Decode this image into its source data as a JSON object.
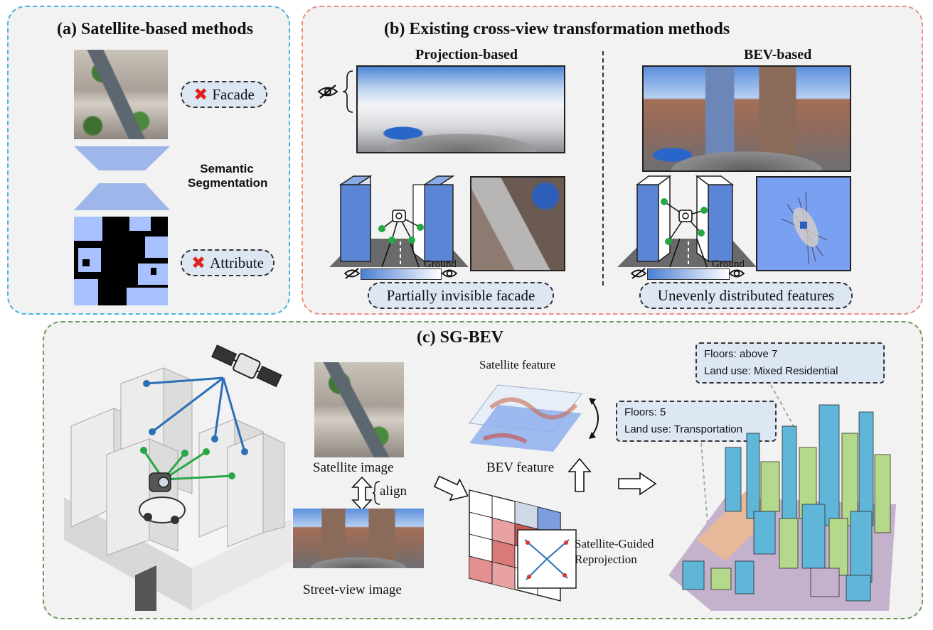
{
  "panel_a": {
    "title": "(a) Satellite-based methods",
    "facade_label": "Facade",
    "attribute_label": "Attribute",
    "segmentation_label": "Semantic\nSegmentation",
    "cross_glyph": "✖"
  },
  "panel_b": {
    "title": "(b) Existing cross-view transformation methods",
    "projection_heading": "Projection-based",
    "bev_heading": "BEV-based",
    "ground_label_left": "Ground",
    "ground_label_right": "Ground",
    "projection_caption": "Partially invisible facade",
    "bev_caption": "Unevenly distributed features"
  },
  "panel_c": {
    "title": "(c) SG-BEV",
    "satellite_image_label": "Satellite image",
    "align_label": "align",
    "street_view_label": "Street-view image",
    "satellite_feature_label": "Satellite feature",
    "bev_feature_label": "BEV feature",
    "reprojection_label_1": "Satellite-Guided",
    "reprojection_label_2": "Reprojection",
    "info_1_floors": "Floors: above 7",
    "info_1_landuse": "Land use: Mixed Residential",
    "info_2_floors": "Floors: 5",
    "info_2_landuse": "Land use: Transportation"
  },
  "colors": {
    "panel_a_border": "#45b3e8",
    "panel_b_border": "#ec8a84",
    "panel_c_border": "#6f9a55",
    "building_blue": "#5b86d6",
    "pill_fill": "#dde7f4",
    "connection_green": "#27a845",
    "connection_blue": "#2b6fb6",
    "cross_red": "#e0231f"
  },
  "icons": [
    "eye-slash-icon",
    "eye-icon",
    "camera-icon",
    "satellite-icon",
    "arrow-right-icon",
    "arrow-up-icon",
    "rotate-arrow-icon"
  ]
}
